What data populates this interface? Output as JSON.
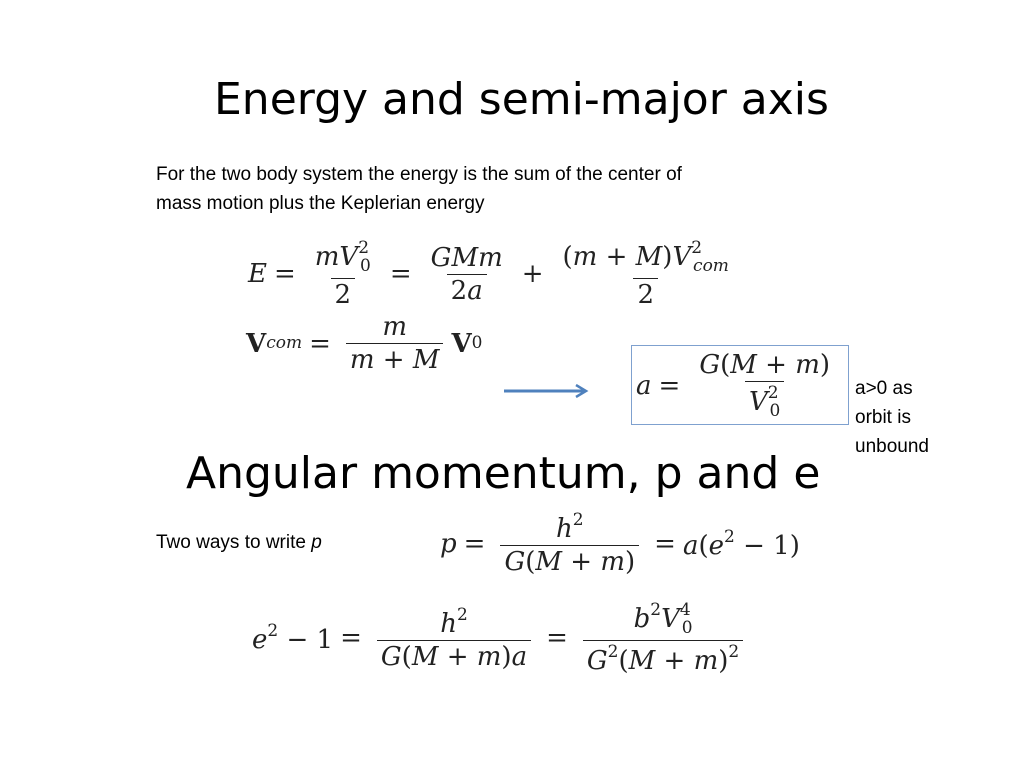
{
  "slide": {
    "title": "Energy and semi-major axis",
    "intro_line1": "For the two body system the energy is the sum of the center of",
    "intro_line2": "mass motion plus the Keplerian energy",
    "subtitle": "Angular momentum, p and e",
    "two_ways_text": "Two ways to write",
    "two_ways_var": "p",
    "note_lines": [
      "a>0 as",
      "orbit is",
      "unbound"
    ]
  },
  "colors": {
    "text": "#000000",
    "arrow": "#4f81bd",
    "box_border": "#7fa1cf"
  },
  "equations": {
    "energy": "E = mV0²/2 = GMm/2a + (m+M)V_com²/2",
    "vcom": "V_com = m/(m+M) V0",
    "semimajor": "a = G(M+m)/V0²",
    "p": "p = h²/G(M+m) = a(e²−1)",
    "e2": "e²−1 = h²/G(M+m)a = b²V0⁴/G²(M+m)²"
  }
}
